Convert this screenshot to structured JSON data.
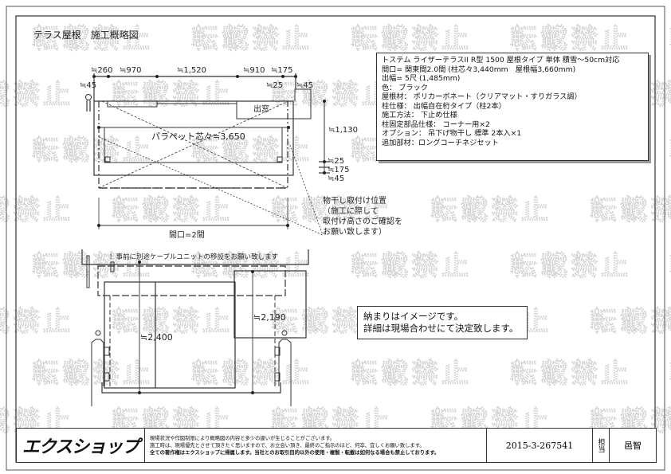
{
  "title": "テラス屋根　施工概略図",
  "watermark": "転載禁止",
  "plan": {
    "dims_top": [
      "≒260",
      "≒970",
      "≒1,520",
      "≒910",
      "≒175"
    ],
    "dims_second": [
      "≒45",
      "≒25",
      "≒45"
    ],
    "bay_window": "出窓",
    "parapet": "パラペット芯々≒3,650",
    "frontage": "間口=2間",
    "dims_right": [
      "≒1,130",
      "≒25",
      "≒175",
      "≒45"
    ],
    "drying_note": [
      "物干し取付け位置",
      "（施工に際して",
      "取付け高さのご確認を",
      "お願い致します）"
    ]
  },
  "elevation": {
    "cable_note": "！事前に別途ケーブルユニットの移設をお願い致します",
    "height_main": "≒2,400",
    "height_window": "≒2,190"
  },
  "spec": [
    "トステム ライザーテラスII R型 1500 屋根タイプ 単体 積雪～50cm対応",
    "間口= 関東間2.0間 (柱芯々3,440mm　屋根幅3,660mm)",
    "出幅= 5尺 (1,485mm)",
    "色： ブラック",
    "屋根材： ポリカーボネート（クリアマット・すりガラス調）",
    "柱仕様： 出幅自在桁タイプ（柱2本）",
    "施工方法： 下止め仕様",
    "柱固定部品仕様： コーナー用×2",
    "オプション： 吊下げ物干し 標準 2本入×1",
    "追加部材：ロングコーチネジセット"
  ],
  "image_note": [
    "納まりはイメージです。",
    "詳細は現場合わせにて決定致します。"
  ],
  "title_block": {
    "logo": "エクスショップ",
    "disclaimer": [
      "現場状況や作図制限により概略図の内容と多少の違いが生じることがございます。",
      "施工時は、現場優先とさせて頂きたく思いますので、お立会い頂き、最終のご指示のほど、何卒、宜しくお願い致します。",
      "全ての著作権はエクスショップに帰属します。当社とのお取引目的以外の使用・複製・転載は如何なる場合も禁止しております。"
    ],
    "doc_number": "2015-3-267541",
    "staff_label": "担当",
    "staff_name": "邑智"
  }
}
